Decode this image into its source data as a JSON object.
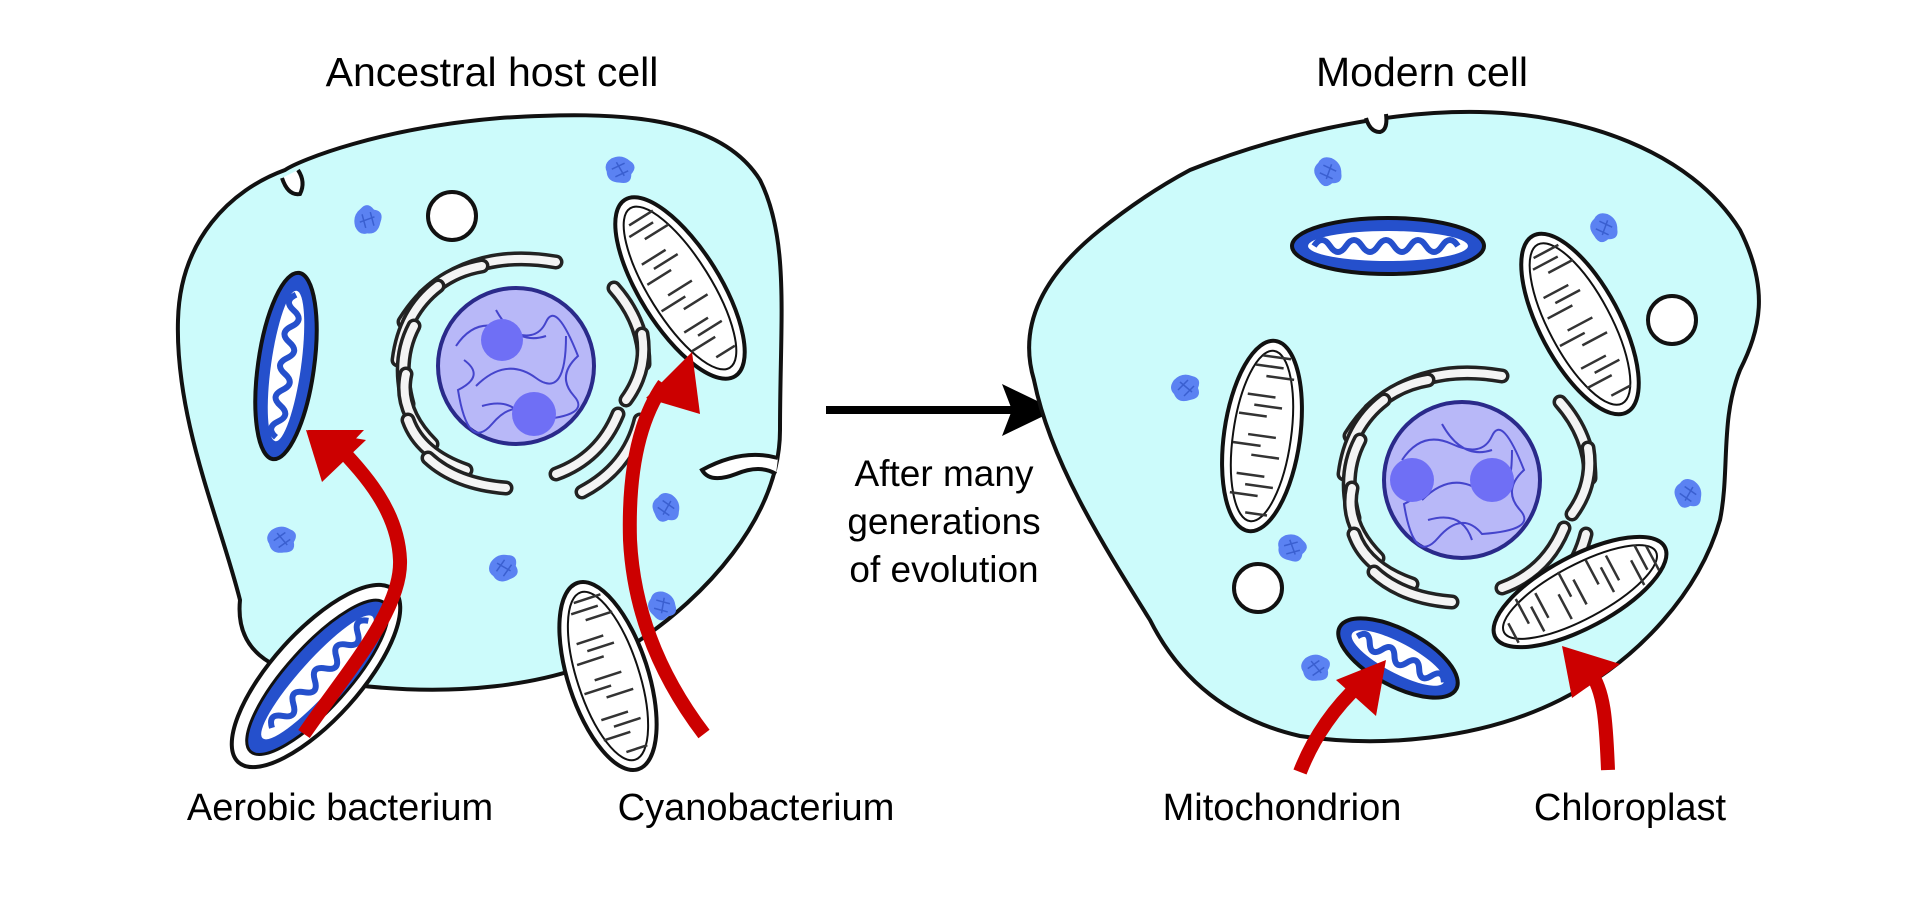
{
  "titles": {
    "left": "Ancestral host cell",
    "right": "Modern cell"
  },
  "labels": {
    "aerobic": "Aerobic bacterium",
    "cyano": "Cyanobacterium",
    "mito": "Mitochondrion",
    "chloro": "Chloroplast"
  },
  "transition": {
    "line1": "After many",
    "line2": "generations",
    "line3": "of evolution"
  },
  "colors": {
    "cytoplasm": "#ccfbfb",
    "outline": "#111111",
    "arrow_red": "#cc0000",
    "nucleus": "#b8b8f8",
    "nucleolus": "#6f6ff5",
    "mito_blue": "#2550cc",
    "ribosome_blue": "#5b82f2"
  }
}
